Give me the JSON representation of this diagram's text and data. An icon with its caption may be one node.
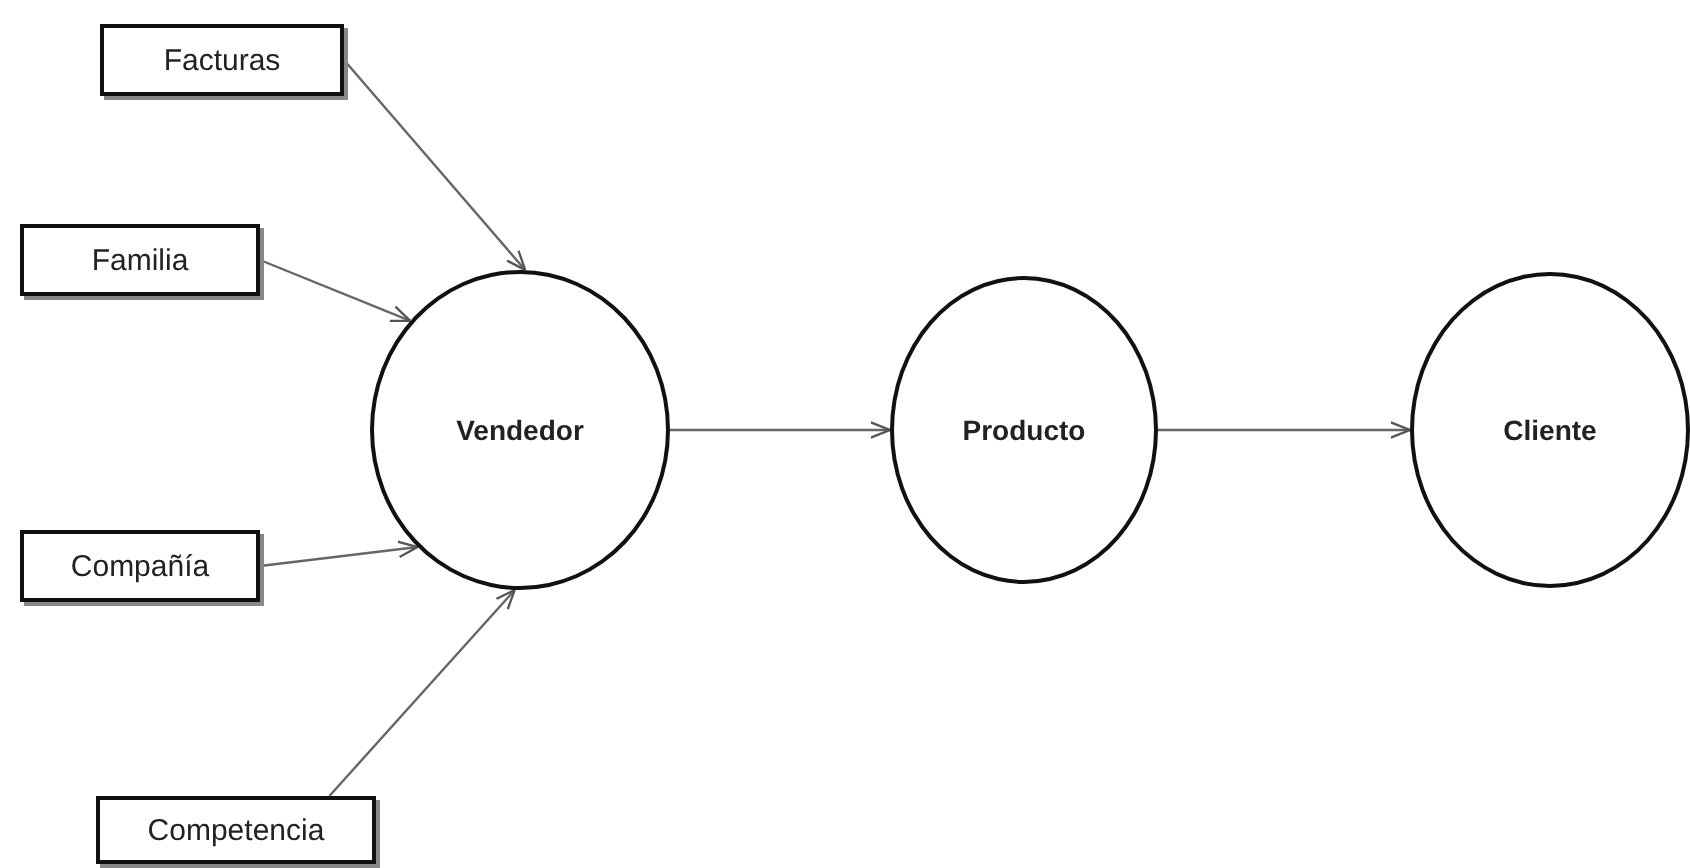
{
  "diagram": {
    "nodes": [
      {
        "text": [
          "Facturas"
        ]
      },
      {
        "text": [
          "Familia"
        ]
      },
      {
        "text": [
          "Compañía"
        ]
      },
      {
        "text": [
          "Competencia"
        ]
      },
      {
        "text": [
          "Vendedor"
        ]
      },
      {
        "text": [
          "Producto"
        ]
      },
      {
        "text": [
          "Cliente"
        ]
      }
    ],
    "edges": [
      {
        "from": 0,
        "to": 4,
        "arrow": "to"
      },
      {
        "from": 1,
        "to": 4,
        "arrow": "to"
      },
      {
        "from": 2,
        "to": 4,
        "arrow": "to"
      },
      {
        "from": 3,
        "to": 4,
        "arrow": "to"
      },
      {
        "from": 4,
        "to": 5,
        "arrow": "to"
      },
      {
        "from": 5,
        "to": 6,
        "arrow": "to"
      }
    ]
  }
}
